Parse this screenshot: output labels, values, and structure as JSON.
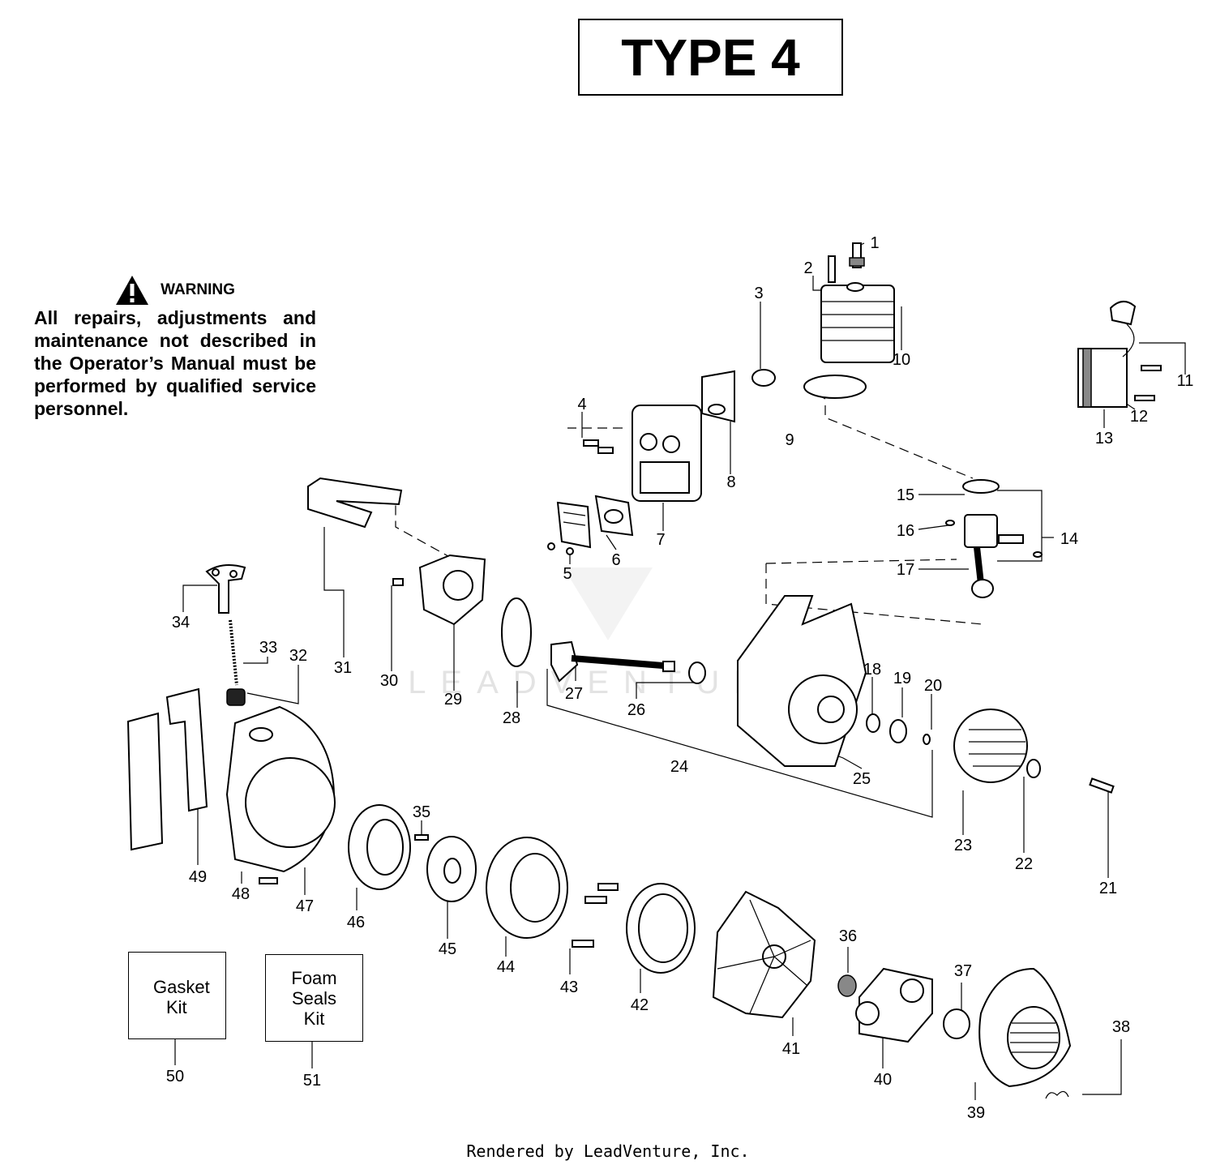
{
  "title": "TYPE 4",
  "warning": {
    "heading": "WARNING",
    "icon": "warning-triangle-icon",
    "text": "All repairs, adjustments and maintenance not described in the Operator’s Manual must be performed by qualified service personnel."
  },
  "kits": [
    {
      "lines": [
        "Gasket",
        "Kit"
      ],
      "ref": "50"
    },
    {
      "lines": [
        "Foam",
        "Seals",
        "Kit"
      ],
      "ref": "51"
    }
  ],
  "watermark": "LEADVENTURE",
  "footer": "Rendered by LeadVenture, Inc.",
  "callouts": [
    "1",
    "2",
    "3",
    "4",
    "5",
    "6",
    "7",
    "8",
    "9",
    "10",
    "11",
    "12",
    "13",
    "14",
    "15",
    "16",
    "17",
    "18",
    "19",
    "20",
    "21",
    "22",
    "23",
    "24",
    "25",
    "26",
    "27",
    "28",
    "29",
    "30",
    "31",
    "32",
    "33",
    "34",
    "35",
    "36",
    "37",
    "38",
    "39",
    "40",
    "41",
    "42",
    "43",
    "44",
    "45",
    "46",
    "47",
    "48",
    "49"
  ]
}
